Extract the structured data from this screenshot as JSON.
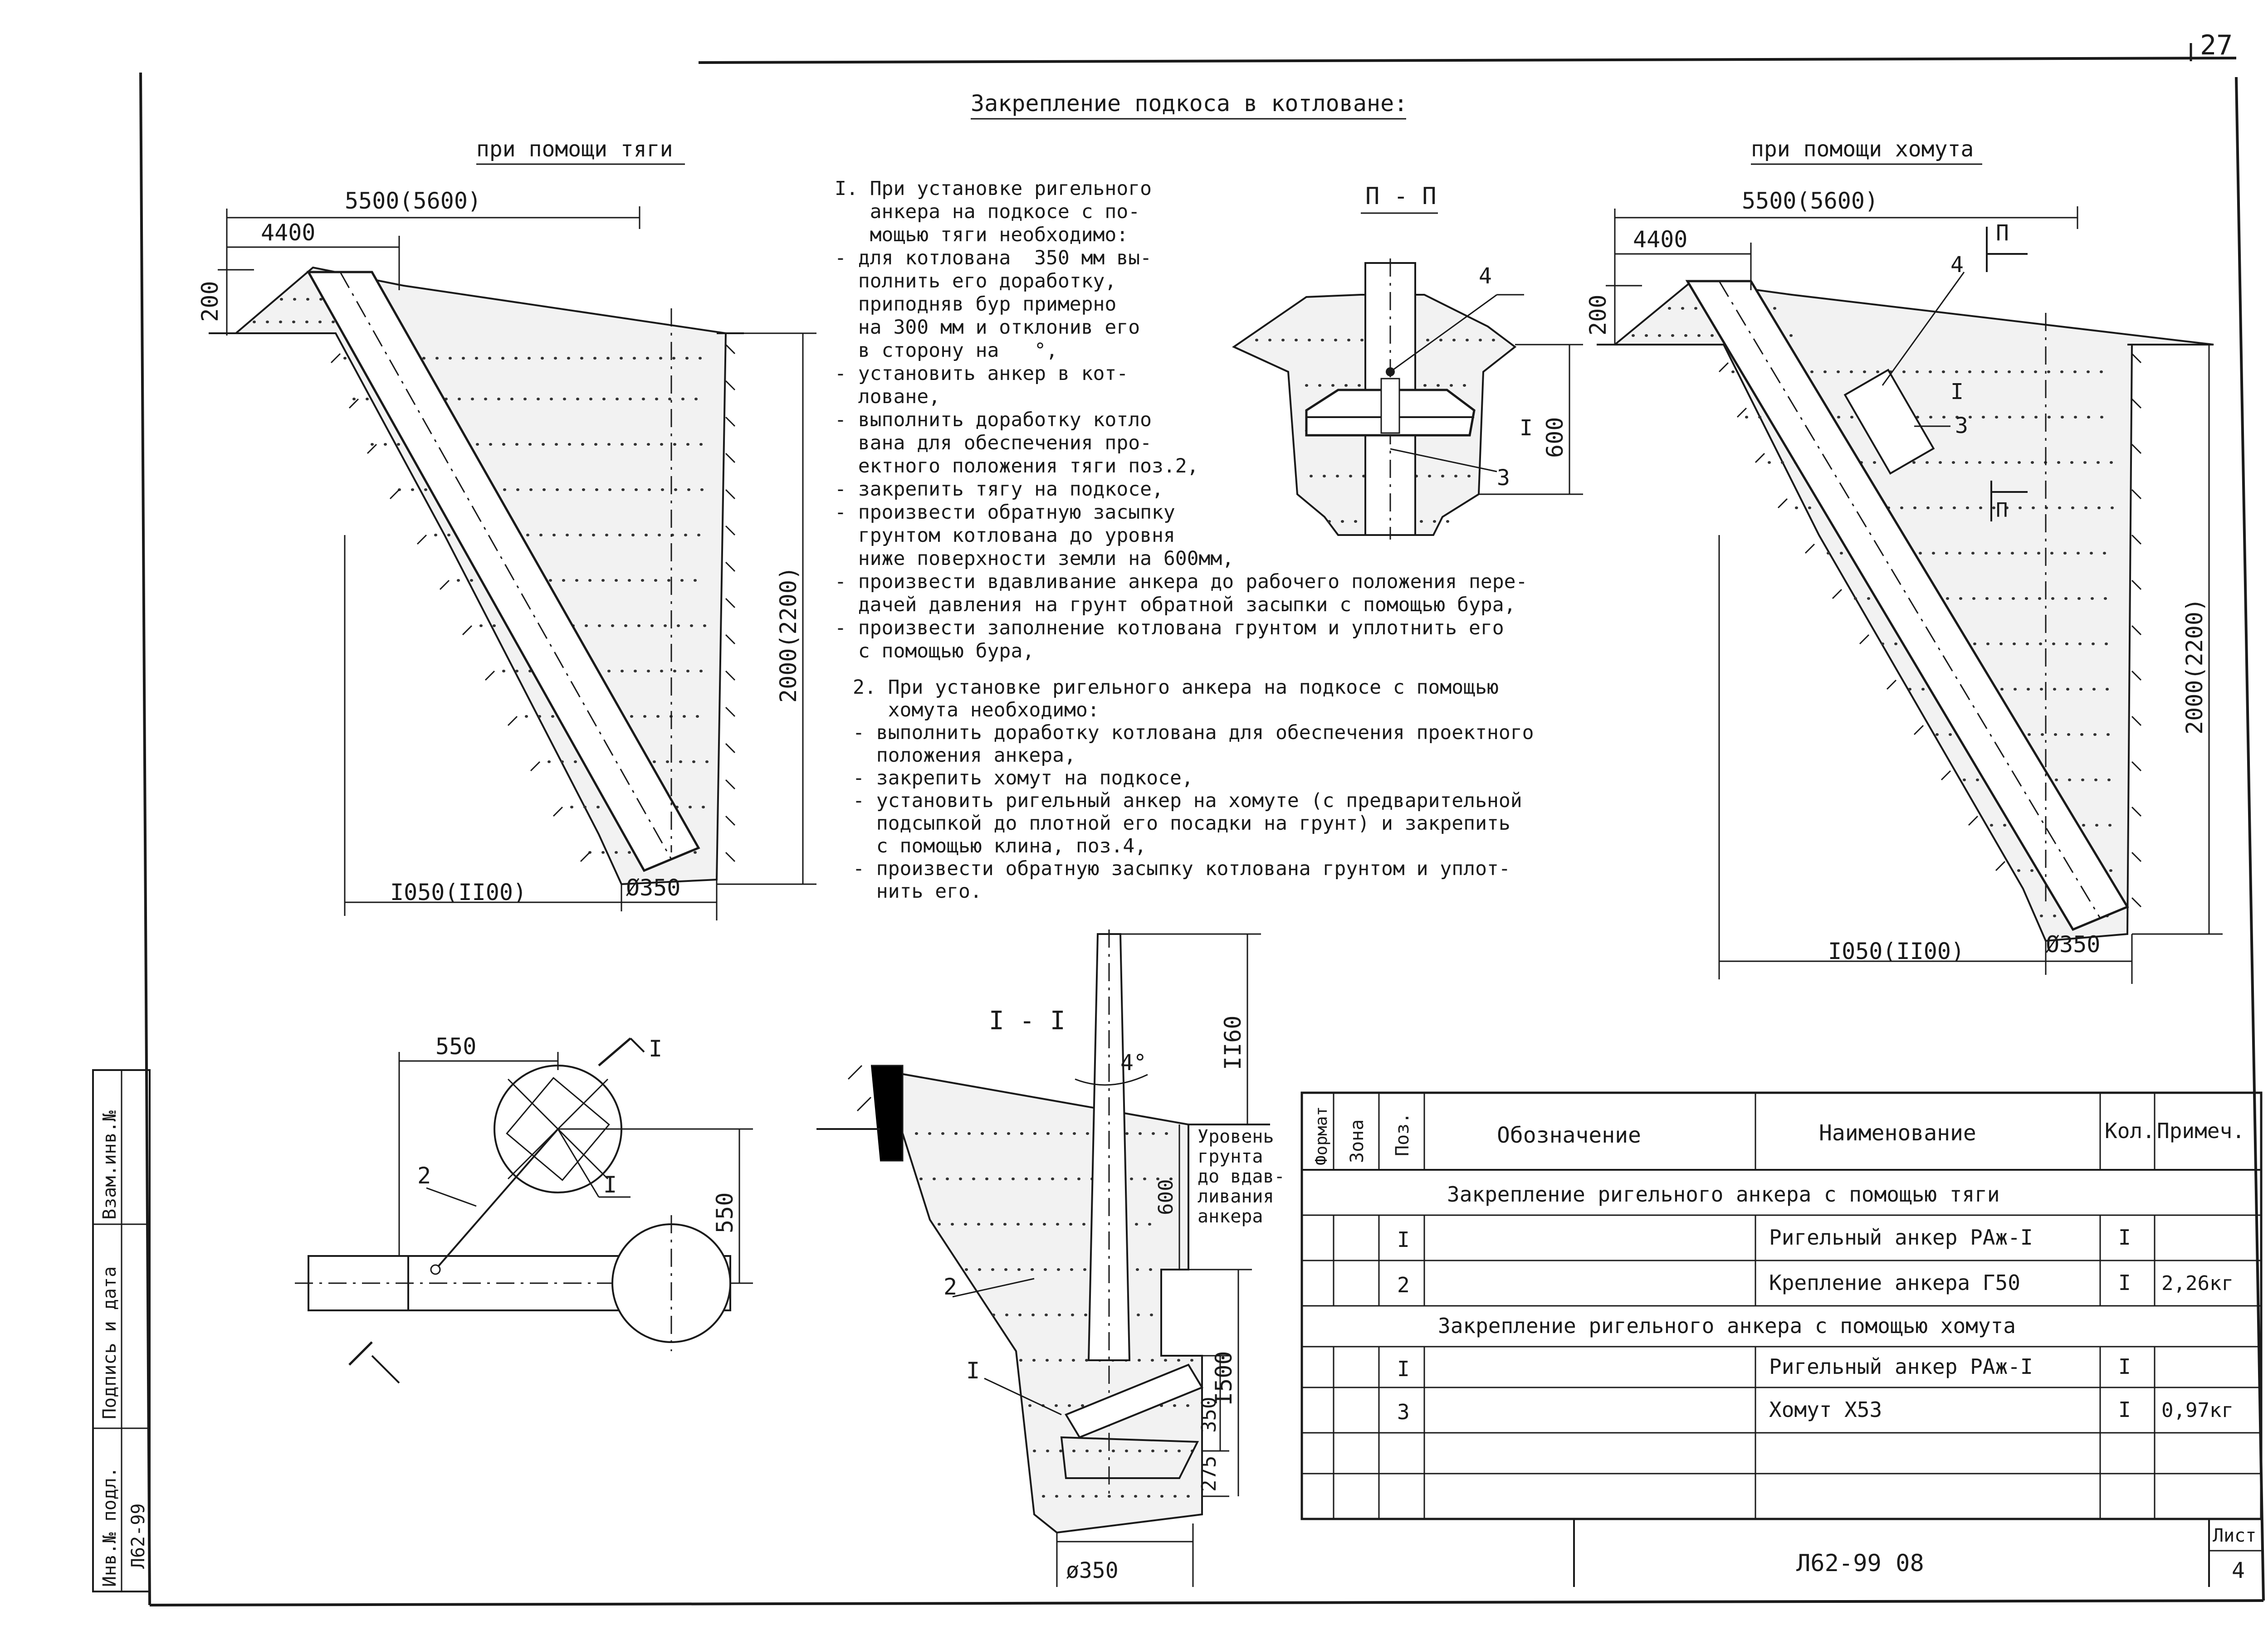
{
  "sheet": {
    "top_page_number": "27",
    "title": "Закрепление подкоса в котловане:",
    "code": "Л62-99 08",
    "list_label": "Лист",
    "list_number": "4"
  },
  "left_view": {
    "subtitle": "при помощи тяги",
    "dim_total": "5500(5600)",
    "dim_partial": "4400",
    "dim_top": "200",
    "dim_depth": "2000(2200)",
    "dim_bottom": "I050(II00)",
    "dim_diameter": "Ø350"
  },
  "right_view": {
    "subtitle": "при помощи хомута",
    "dim_total": "5500(5600)",
    "dim_partial": "4400",
    "dim_top": "200",
    "dim_depth": "2000(2200)",
    "dim_bottom": "I050(II00)",
    "dim_diameter": "Ø350",
    "section_mark": "П",
    "label_1": "I",
    "label_3": "3",
    "label_4": "4"
  },
  "section_pp": {
    "title": "П - П",
    "label_4": "4",
    "label_1": "I",
    "label_3": "3",
    "dim_600": "600"
  },
  "instructions": {
    "item1_lines": [
      "I. При установке ригельного",
      "   анкера на подкосе с по-",
      "   мощью тяги необходимо:",
      "- для котлована  350 мм вы-",
      "  полнить его доработку,",
      "  приподняв бур примерно",
      "  на 300 мм и отклонив его",
      "  в сторону на   °,",
      "- установить анкер в кот-",
      "  ловане,",
      "- выполнить доработку котло",
      "  вана для обеспечения про-",
      "  ектного положения тяги поз.2,",
      "- закрепить тягу на подкосе,",
      "- произвести обратную засыпку",
      "  грунтом котлована до уровня",
      "  ниже поверхности земли на 600мм,",
      "- произвести вдавливание анкера до рабочего положения пере-",
      "  дачей давления на грунт обратной засыпки с помощью бура,",
      "- произвести заполнение котлована грунтом и уплотнить его",
      "  с помощью бура,"
    ],
    "item2_lines": [
      "2. При установке ригельного анкера на подкосе с помощью",
      "   хомута необходимо:",
      "- выполнить доработку котлована для обеспечения проектного",
      "  положения анкера,",
      "- закрепить хомут на подкосе,",
      "- установить ригельный анкер на хомуте (с предварительной",
      "  подсыпкой до плотной его посадки на грунт) и закрепить",
      "  с помощью клина, поз.4,",
      "- произвести обратную засыпку котлована грунтом и уплот-",
      "  нить его."
    ]
  },
  "plan_view": {
    "dim_550_h": "550",
    "dim_550_v": "550",
    "label_2": "2",
    "label_I": "I",
    "section_I": "I"
  },
  "section_II": {
    "title": "I - I",
    "angle": "4°",
    "dim_1160": "II60",
    "dim_600": "600",
    "dim_1500": "I500",
    "dim_350": "350",
    "dim_275": "275",
    "dim_diameter": "ø350",
    "label_2": "2",
    "label_I": "I",
    "note_lines": [
      "Уровень",
      "грунта",
      "до вдав-",
      "ливания",
      "анкера"
    ]
  },
  "stamp": {
    "label_inv_podl": "Инв.№ подл.",
    "value_inv_podl": "Л62-99",
    "label_podp": "Подпись и дата",
    "label_vzam": "Взам.инв.№"
  },
  "spec_table": {
    "headers": {
      "format": "Формат",
      "zone": "Зона",
      "pos": "Поз.",
      "designation": "Обозначение",
      "name": "Наименование",
      "qty": "Кол.",
      "note": "Примеч."
    },
    "group1_title": "Закрепление ригельного анкера с помощью тяги",
    "group1_rows": [
      {
        "pos": "I",
        "name": "Ригельный анкер РАж-I",
        "qty": "I",
        "note": ""
      },
      {
        "pos": "2",
        "name": "Крепление анкера Г50",
        "qty": "I",
        "note": "2,26кг"
      }
    ],
    "group2_title": "Закрепление ригельного анкера с помощью хомута",
    "group2_rows": [
      {
        "pos": "I",
        "name": "Ригельный анкер РАж-I",
        "qty": "I",
        "note": ""
      },
      {
        "pos": "3",
        "name": "Хомут Х53",
        "qty": "I",
        "note": "0,97кг"
      }
    ]
  }
}
